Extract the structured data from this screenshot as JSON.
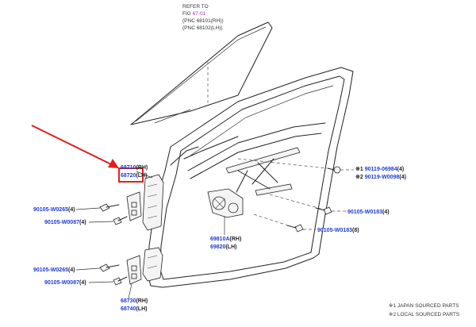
{
  "colors": {
    "link": "#1f3bd6",
    "refer": "#9a2fc8",
    "arrow": "#e02020",
    "highlight": "#e02020",
    "ink": "#222222"
  },
  "refer": {
    "line1": "REFER TO",
    "fig_prefix": "FIG ",
    "fig_number": "67-01",
    "pnc_rh": "(PNC 68101(RH))",
    "pnc_lh": "(PNC 68102(LH))"
  },
  "labels": {
    "hinge_upper_rh_code": "68710",
    "hinge_upper_rh_side": "(RH)",
    "hinge_upper_lh_code": "68720",
    "hinge_upper_lh_side": "(LH)",
    "hinge_lower_rh_code": "68730",
    "hinge_lower_rh_side": "(RH)",
    "hinge_lower_lh_code": "68740",
    "hinge_lower_lh_side": "(LH)",
    "regulator_rh_code": "69810A",
    "regulator_rh_side": "(RH)",
    "regulator_lh_code": "69820",
    "regulator_lh_side": "(LH)",
    "bolt_upper_a_code": "90105-W0265",
    "bolt_upper_a_qty": "(4)",
    "bolt_upper_b_code": "90105-W0087",
    "bolt_upper_b_qty": "(4)",
    "bolt_lower_a_code": "90105-W0265",
    "bolt_lower_a_qty": "(4)",
    "bolt_lower_b_code": "90105-W0087",
    "bolt_lower_b_qty": "(4)",
    "nut_jp_mark": "※1",
    "nut_jp_code": "90119-06984",
    "nut_jp_qty": "(4)",
    "nut_local_mark": "※2",
    "nut_local_code": "90119-W0098",
    "nut_local_qty": "(4)",
    "bolt_right_a_code": "90105-W0183",
    "bolt_right_a_qty": "(4)",
    "bolt_right_b_code": "90105-W0183",
    "bolt_right_b_qty": "(8)"
  },
  "legend": {
    "japan": "※1 JAPAN SOURCED PARTS",
    "local": "※2 LOCAL SOURCED PARTS"
  }
}
